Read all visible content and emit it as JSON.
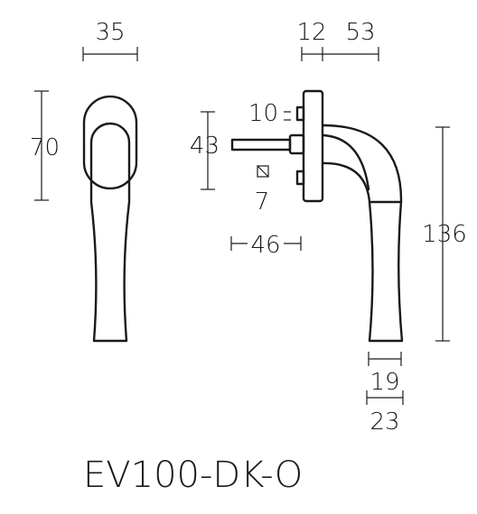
{
  "model": "EV100-DK-O",
  "dimensions": {
    "front_width": "35",
    "front_rose_height": "70",
    "rose_thickness": "12",
    "projection": "53",
    "spindle_offset": "10",
    "spindle_height": "43",
    "spindle_square": "7",
    "spindle_length": "46",
    "total_length": "136",
    "grip_inner": "19",
    "grip_outer": "23"
  }
}
